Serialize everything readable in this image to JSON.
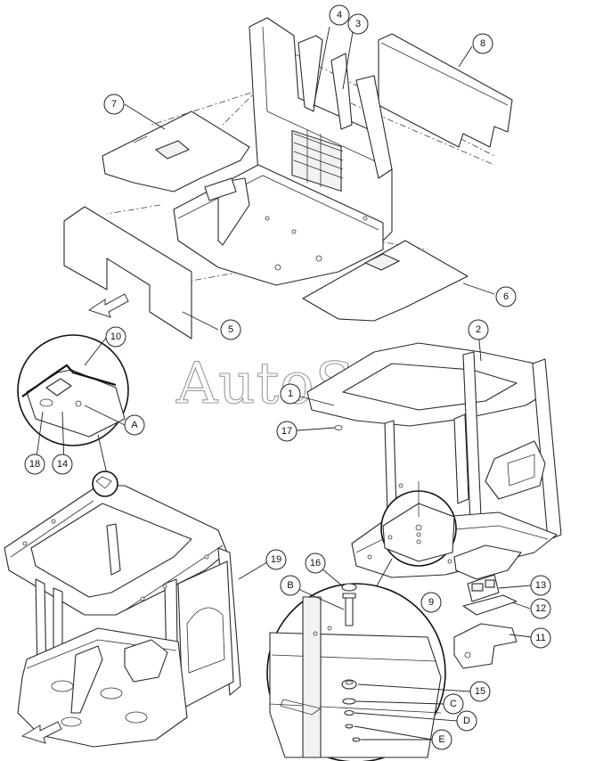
{
  "watermark": "AutoSoft",
  "callouts": {
    "c1": "1",
    "c2": "2",
    "c3": "3",
    "c4": "4",
    "c5": "5",
    "c6": "6",
    "c7": "7",
    "c8": "8",
    "c9": "9",
    "c10": "10",
    "c11": "11",
    "c12": "12",
    "c13": "13",
    "c14": "14",
    "c15": "15",
    "c16": "16",
    "c17": "17",
    "c18": "18",
    "c19": "19",
    "cA": "A",
    "cB": "B",
    "cC": "C",
    "cD": "D",
    "cE": "E"
  }
}
